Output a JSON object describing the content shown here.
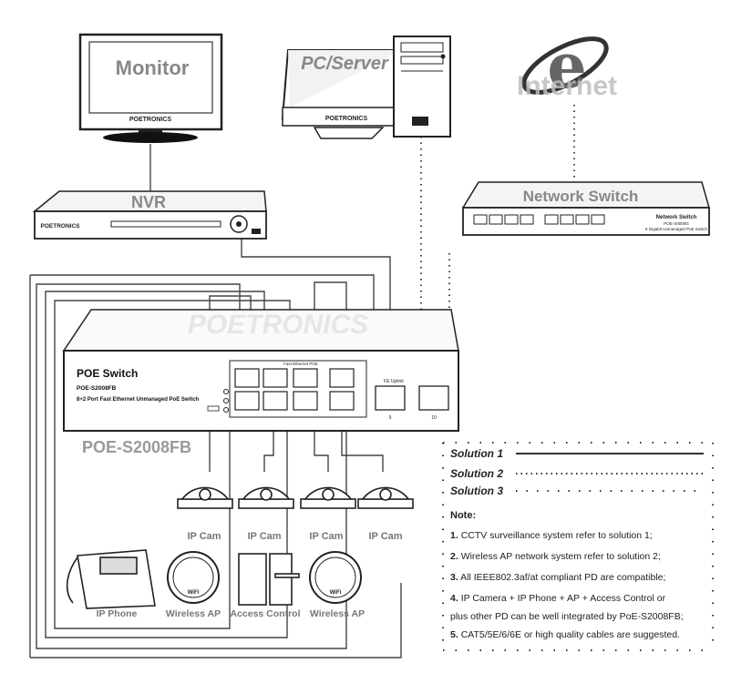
{
  "devices": {
    "monitor": {
      "label": "Monitor",
      "brand": "POETRONICS"
    },
    "pc_server": {
      "label": "PC/Server",
      "brand": "POETRONICS"
    },
    "internet": {
      "label": "Internet"
    },
    "nvr": {
      "label": "NVR",
      "brand": "POETRONICS"
    },
    "network_switch": {
      "label": "Network Switch",
      "panel_title": "Network Switch",
      "panel_model": "POE-S0000G",
      "panel_desc": "8 Gigabit Unmanaged PoE Switch"
    },
    "poe_switch": {
      "watermark": "POETRONICS",
      "title": "POE Switch",
      "model": "POE-S2008FB",
      "desc": "8+2 Port Fast Ethernet Unmanaged PoE Switch",
      "port_header": "Fast Ethernet POE",
      "uplink_label": "FE Uplink",
      "port9": "9",
      "port10": "10",
      "model_caption": "POE-S2008FB"
    }
  },
  "endpoints": {
    "cams": [
      "IP Cam",
      "IP Cam",
      "IP Cam",
      "IP Cam"
    ],
    "bottom": [
      "IP Phone",
      "Wireless AP",
      "Access Control",
      "Wireless AP"
    ],
    "wifi_text": "WiFi"
  },
  "legend": {
    "solution1": "Solution 1",
    "solution2": "Solution 2",
    "solution3": "Solution 3"
  },
  "notes": {
    "title": "Note:",
    "items": [
      {
        "num": "1.",
        "text": "CCTV surveillance system refer to solution 1;"
      },
      {
        "num": "2.",
        "text": "Wireless AP network system refer to solution 2;"
      },
      {
        "num": "3.",
        "text": "All IEEE802.3af/at compliant PD are compatible;"
      },
      {
        "num": "4.",
        "text": "IP Camera + IP Phone + AP + Access Control or"
      },
      {
        "num": "",
        "text": "plus other PD can be well integrated by PoE-S2008FB;"
      },
      {
        "num": "5.",
        "text": "CAT5/5E/6/6E or high quality cables are suggested."
      }
    ]
  }
}
